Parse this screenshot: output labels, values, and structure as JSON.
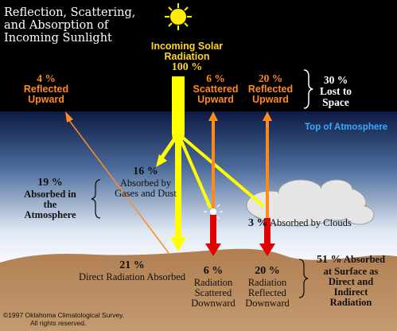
{
  "title": {
    "line1": "Reflection, Scattering,",
    "line2": "and Absorption of",
    "line3": "Incoming Sunlight"
  },
  "incoming": {
    "line1": "Incoming Solar",
    "line2": "Radiation",
    "pct": "100 %"
  },
  "reflected_4": {
    "pct": "4 %",
    "line1": "Reflected",
    "line2": "Upward"
  },
  "scattered_6": {
    "pct": "6 %",
    "line1": "Scattered",
    "line2": "Upward"
  },
  "reflected_20": {
    "pct": "20 %",
    "line1": "Reflected",
    "line2": "Upward"
  },
  "lost": {
    "pct": "30 %",
    "line1": "Lost to",
    "line2": "Space"
  },
  "top_of_atmosphere": "Top of Atmosphere",
  "gases": {
    "pct": "16 %",
    "line1": "Absorbed by",
    "line2": "Gases and Dust"
  },
  "atmosphere": {
    "pct": "19 %",
    "line1": "Absorbed in",
    "line2": "the",
    "line3": "Atmosphere"
  },
  "clouds": {
    "pct": "3 %",
    "text": "Absorbed by Clouds"
  },
  "direct": {
    "pct": "21 %",
    "text": "Direct Radiation Absorbed"
  },
  "scattered_down": {
    "pct": "6 %",
    "line1": "Radiation",
    "line2": "Scattered",
    "line3": "Downward"
  },
  "reflected_down": {
    "pct": "20 %",
    "line1": "Radiation",
    "line2": "Reflected",
    "line3": "Downward"
  },
  "surface": {
    "pct": "51 %",
    "line1": "Absorbed",
    "line2": "at Surface as",
    "line3": "Direct and",
    "line4": "Indirect",
    "line5": "Radiation"
  },
  "copyright": {
    "line1": "©1997 Oklahoma Climatological Survey.",
    "line2": "All rights reserved."
  },
  "colors": {
    "space": "#000000",
    "sky_top": "#0c1a44",
    "sky_bottom": "#ffffff",
    "ground": "#b5855a",
    "sun": "#ffee00",
    "incoming_beam": "#ffff00",
    "upward_arrow": "#ff8a1e",
    "downward_arrow": "#e00000",
    "cloud": "#e6e6e6"
  }
}
